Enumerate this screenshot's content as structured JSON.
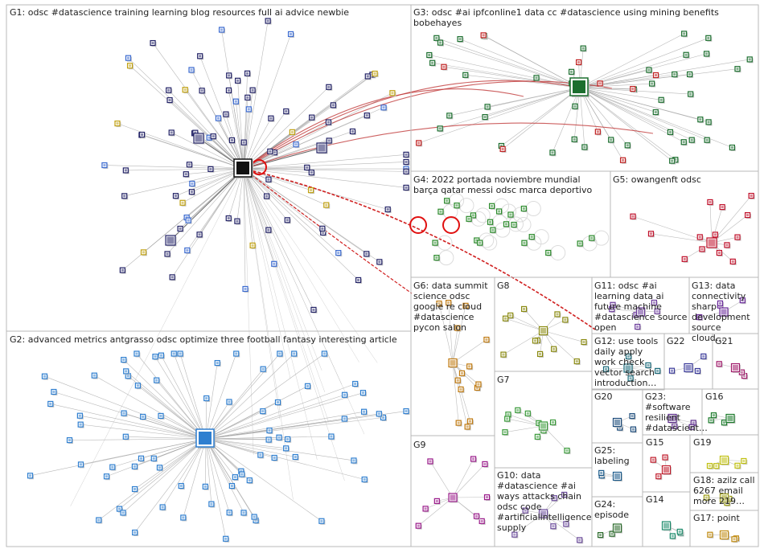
{
  "groups": [
    {
      "id": "G1",
      "label": "G1: odsc #datascience training learning blog resources full ai advice newbie",
      "color": "#222266"
    },
    {
      "id": "G2",
      "label": "G2: advanced metrics antgrasso odsc optimize three football fantasy interesting article",
      "color": "#2f7fd0"
    },
    {
      "id": "G3",
      "label": "G3: odsc #ai ipfconline1 data cc #datascience using mining benefits bobehayes",
      "color": "#1b6e2e"
    },
    {
      "id": "G4",
      "label": "G4: 2022 portada noviembre mundial barça qatar messi odsc marca deportivo",
      "color": "#2a8a2a"
    },
    {
      "id": "G5",
      "label": "G5: owangenft odsc",
      "color": "#c0102a"
    },
    {
      "id": "G6",
      "label": "G6: data summit science odsc google re cloud #datascience pycon salon",
      "color": "#c07a10"
    },
    {
      "id": "G7",
      "label": "G7",
      "color": "#3a9a3a"
    },
    {
      "id": "G8",
      "label": "G8",
      "color": "#8a8a10"
    },
    {
      "id": "G9",
      "label": "G9",
      "color": "#9a1a8a"
    },
    {
      "id": "G10",
      "label": "G10: data #datascience #ai ways attacks chain odsc code #artificialintelligence supply",
      "color": "#6a4a9a"
    },
    {
      "id": "G11",
      "label": "G11: odsc #ai learning data ai future machine #datascience source open",
      "color": "#6a3a9a"
    },
    {
      "id": "G12",
      "label": "G12: use tools daily apply work check vector search introduction…",
      "color": "#1a6a7a"
    },
    {
      "id": "G13",
      "label": "G13: data connectivity sharp development source cloud…",
      "color": "#6a2a9a"
    },
    {
      "id": "G14",
      "label": "G14",
      "color": "#1a8a6a"
    },
    {
      "id": "G15",
      "label": "G15",
      "color": "#c01a2a"
    },
    {
      "id": "G16",
      "label": "G16",
      "color": "#1a7a2a"
    },
    {
      "id": "G17",
      "label": "G17: point",
      "color": "#c08a10"
    },
    {
      "id": "G18",
      "label": "G18: azilz call 6267 email more 219…",
      "color": "#9a9a10"
    },
    {
      "id": "G19",
      "label": "G19",
      "color": "#c0c010"
    },
    {
      "id": "G20",
      "label": "G20",
      "color": "#1a4a7a"
    },
    {
      "id": "G21",
      "label": "G21",
      "color": "#a01a6a"
    },
    {
      "id": "G22",
      "label": "G22",
      "color": "#3a3a9a"
    },
    {
      "id": "G23",
      "label": "G23: #software resilient #datascient…",
      "color": "#5a2a8a"
    },
    {
      "id": "G24",
      "label": "G24: episode",
      "color": "#2a6a2a"
    },
    {
      "id": "G25",
      "label": "G25: labeling",
      "color": "#1a5a8a"
    }
  ],
  "hubs": {
    "odsc": "odsc",
    "g2_hub": "antgrasso",
    "g3_hub": "ipfconline1"
  }
}
